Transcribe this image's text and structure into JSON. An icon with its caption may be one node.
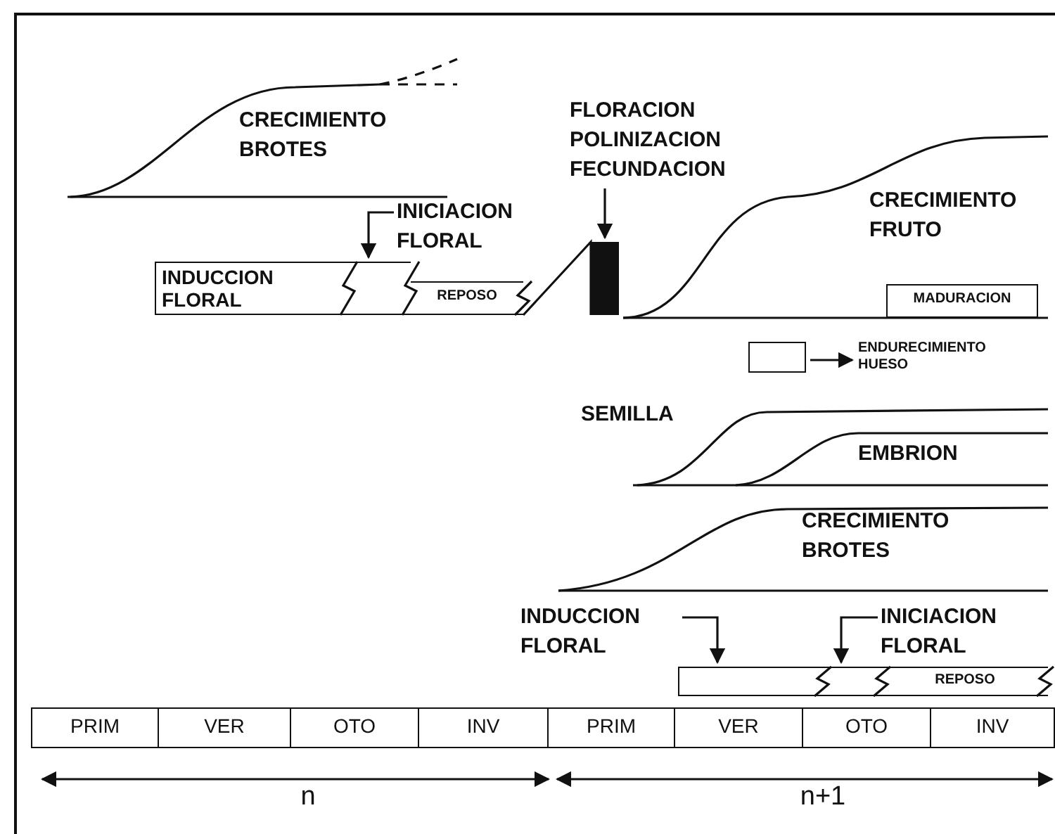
{
  "diagram": {
    "nodes": [
      {
        "text": [
          "FLORACION POLINIZACION FECUNDACION"
        ]
      },
      {
        "text": [
          "INICIACION FLORAL"
        ]
      },
      {
        "text": [
          "INDUCCION FLORAL"
        ]
      },
      {
        "text": [],
        "shape": "box"
      },
      {
        "text": [
          "REPOSO"
        ]
      },
      {
        "text": [],
        "shape": "bar"
      },
      {
        "text": [
          "MADURACION"
        ]
      },
      {
        "text": [],
        "shape": "box"
      },
      {
        "text": [
          "ENDURECIMIENTO HUESO"
        ]
      },
      {
        "text": [
          "INDUCCION FLORAL"
        ]
      },
      {
        "text": [
          "INICIACION FLORAL"
        ]
      },
      {
        "text": [],
        "shape": "box"
      },
      {
        "text": [],
        "shape": "box"
      },
      {
        "text": [
          "REPOSO"
        ]
      },
      {
        "text": [
          "PRIM"
        ]
      },
      {
        "text": [
          "VER"
        ]
      },
      {
        "text": [
          "OTO"
        ]
      },
      {
        "text": [
          "INV"
        ]
      },
      {
        "text": [
          "PRIM"
        ]
      },
      {
        "text": [
          "VER"
        ]
      },
      {
        "text": [
          "OTO"
        ]
      },
      {
        "text": [
          "INV"
        ]
      }
    ],
    "edges": [
      {
        "from": 0,
        "to": 5,
        "arrow": "to"
      },
      {
        "from": 1,
        "to": 3,
        "arrow": "to"
      },
      {
        "from": 7,
        "to": 8,
        "arrow": "to"
      },
      {
        "from": 9,
        "to": 11,
        "arrow": "to"
      },
      {
        "from": 10,
        "to": 12,
        "arrow": "to"
      }
    ],
    "labels": [
      "CRECIMIENTO BROTES",
      "CRECIMIENTO FRUTO",
      "SEMILLA",
      "EMBRION",
      "CRECIMIENTO BROTES",
      "n",
      "n+1"
    ]
  }
}
